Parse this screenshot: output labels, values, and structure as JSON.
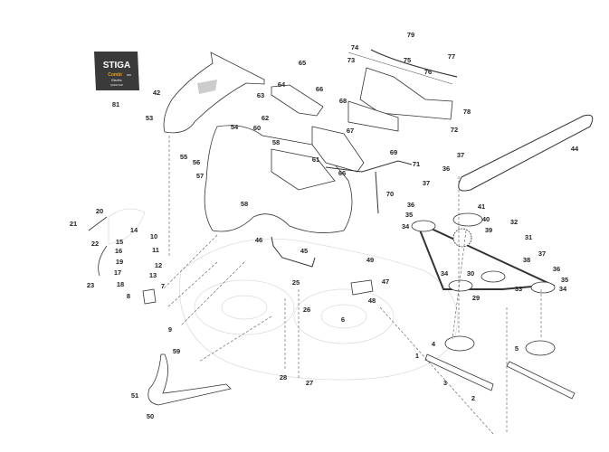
{
  "logo": {
    "brand": "STIGA",
    "model": "Combi",
    "model_suffix": "200",
    "line1": "Electric",
    "line2": "QUICK FLIP"
  },
  "colors": {
    "ink": "#333333",
    "logo_bg": "#3a3a3a",
    "logo_accent": "#e8a317",
    "deck_outline": "#dddddd"
  },
  "callouts": [
    "81",
    "42",
    "53",
    "65",
    "64",
    "66",
    "63",
    "62",
    "60",
    "58",
    "61",
    "54",
    "55",
    "56",
    "57",
    "58",
    "66",
    "67",
    "68",
    "69",
    "71",
    "70",
    "72",
    "73",
    "74",
    "75",
    "76",
    "77",
    "78",
    "79",
    "44",
    "37",
    "36",
    "41",
    "40",
    "37",
    "36",
    "35",
    "34",
    "39",
    "32",
    "31",
    "38",
    "37",
    "36",
    "35",
    "34",
    "33",
    "30",
    "34",
    "29",
    "4",
    "1",
    "3",
    "2",
    "5",
    "49",
    "47",
    "48",
    "20",
    "21",
    "22",
    "14",
    "10",
    "15",
    "16",
    "11",
    "19",
    "12",
    "17",
    "13",
    "18",
    "23",
    "7",
    "8",
    "9",
    "59",
    "51",
    "50",
    "46",
    "45",
    "25",
    "26",
    "6",
    "28",
    "27"
  ]
}
